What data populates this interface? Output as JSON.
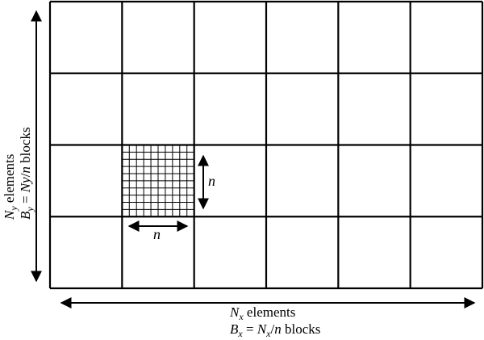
{
  "grid": {
    "block_columns": 6,
    "block_rows": 4,
    "subdivided_block": {
      "column": 1,
      "row": 2,
      "subdivisions": 10
    }
  },
  "labels": {
    "block_size_symbol": "n",
    "x_line1": {
      "var": "N",
      "sub": "x",
      "rest": " elements"
    },
    "x_line2": {
      "var": "B",
      "sub": "x",
      "rest1": " = ",
      "var2": "N",
      "sub2": "x",
      "rest2": "/",
      "var3": "n",
      "rest3": " blocks"
    },
    "y_line1": {
      "var": "N",
      "sub": "y",
      "rest": " elements"
    },
    "y_line2": {
      "var": "B",
      "sub": "y",
      "rest1": " = ",
      "var2": "N",
      "var2b": "y",
      "rest2": "/",
      "var3": "n",
      "rest3": " blocks"
    }
  },
  "colors": {
    "line": "#000000",
    "background": "#ffffff"
  }
}
